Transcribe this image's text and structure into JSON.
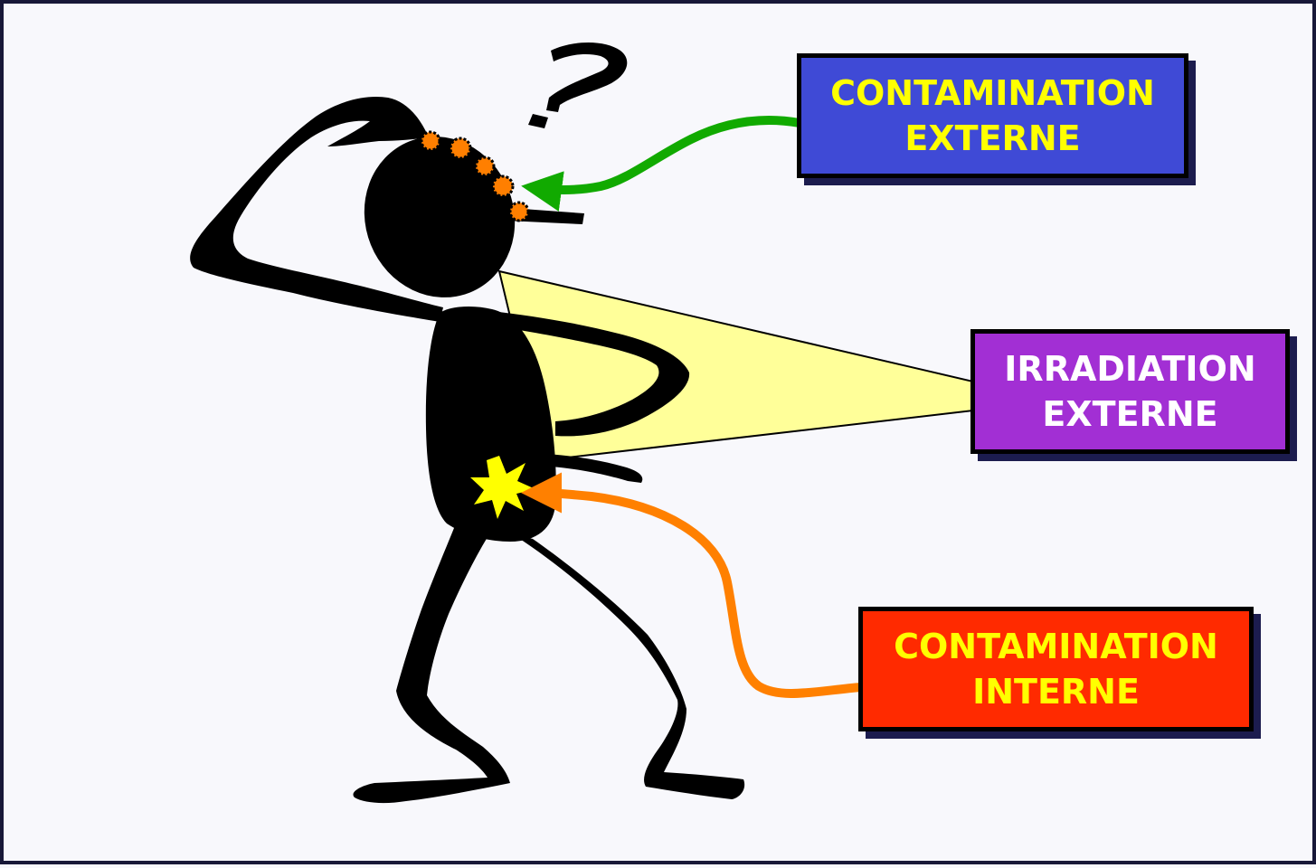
{
  "labels": {
    "external_contamination": {
      "line1": "CONTAMINATION",
      "line2": "EXTERNE",
      "background": "#3f4ad6",
      "text_color": "#ffff00"
    },
    "external_irradiation": {
      "line1": "IRRADIATION",
      "line2": "EXTERNE",
      "background": "#a22fd4",
      "text_color": "#ffffff"
    },
    "internal_contamination": {
      "line1": "CONTAMINATION",
      "line2": "INTERNE",
      "background": "#ff2a00",
      "text_color": "#ffff00"
    }
  },
  "colors": {
    "figure": "#000000",
    "irradiation_beam": "#ffff99",
    "green_arrow": "#11aa00",
    "orange_arrow": "#ff8000",
    "contamination_particles": "#ff7f00",
    "internal_burst": "#ffff00",
    "frame": "#181838"
  },
  "icons": [
    "confused-stick-figure",
    "question-mark-icon",
    "contamination-particles",
    "internal-burst-icon"
  ]
}
